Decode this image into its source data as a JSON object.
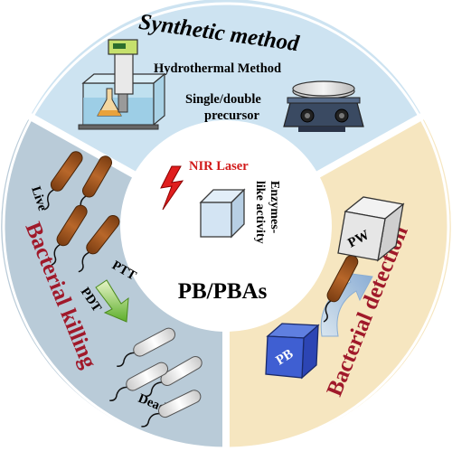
{
  "center": {
    "title": "PB/PBAs",
    "laser_label": "NIR Laser",
    "activity_line1": "Enzymes-",
    "activity_line2": "like activity"
  },
  "synthetic": {
    "title": "Synthetic method",
    "item1": "Hydrothermal  Method",
    "item2_line1": "Single/double",
    "item2_line2": "precursor"
  },
  "killing": {
    "title": "Bacterial killing",
    "live": "Live",
    "dead": "Dead",
    "ptt": "PTT",
    "pdt": "PDT"
  },
  "detection": {
    "title": "Bacterial detection",
    "pb_label": "PB",
    "pw_label": "PW"
  },
  "colors": {
    "top_sector": "#cde3f1",
    "left_sector": "#b9cbd8",
    "right_sector": "#f6e6c0",
    "title_red": "#a0192a",
    "laser_red": "#d11a1a",
    "bacteria": "#a0561f"
  }
}
